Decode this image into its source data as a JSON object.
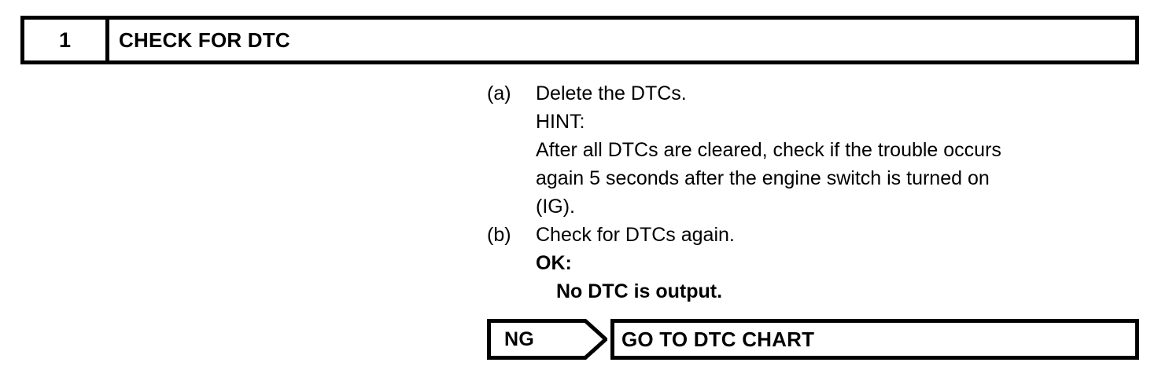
{
  "step_header": {
    "number": "1",
    "title": "CHECK FOR DTC"
  },
  "procedure": {
    "lines": [
      {
        "marker": "(a)",
        "text": "Delete the DTCs.",
        "bold": false,
        "indented": false
      },
      {
        "marker": "",
        "text": "HINT:",
        "bold": false,
        "indented": false
      },
      {
        "marker": "",
        "text": "After all DTCs are cleared, check if the trouble occurs",
        "bold": false,
        "indented": false
      },
      {
        "marker": "",
        "text": "again 5 seconds after the engine switch is turned on",
        "bold": false,
        "indented": false
      },
      {
        "marker": "",
        "text": "(IG).",
        "bold": false,
        "indented": false
      },
      {
        "marker": "(b)",
        "text": "Check for DTCs again.",
        "bold": false,
        "indented": false
      },
      {
        "marker": "",
        "text": "OK:",
        "bold": true,
        "indented": false
      },
      {
        "marker": "",
        "text": "No DTC is output.",
        "bold": true,
        "indented": true
      }
    ]
  },
  "branch": {
    "result_label": "NG",
    "action_label": "GO TO DTC CHART"
  },
  "colors": {
    "ink": "#000000",
    "paper": "#ffffff"
  }
}
